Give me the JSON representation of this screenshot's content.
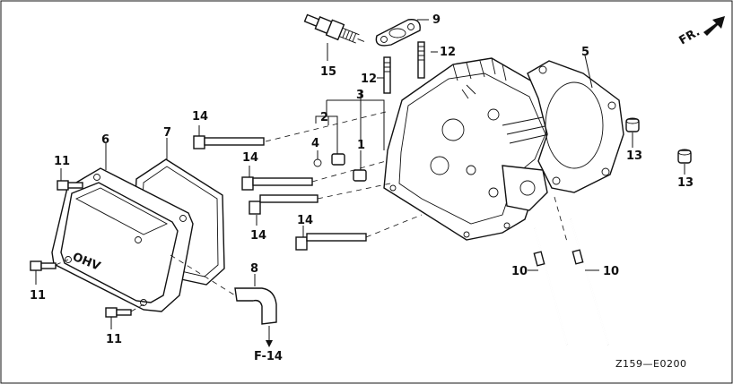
{
  "diagram": {
    "callouts": [
      {
        "id": "c1",
        "text": "1"
      },
      {
        "id": "c2",
        "text": "2"
      },
      {
        "id": "c3",
        "text": "3"
      },
      {
        "id": "c4",
        "text": "4"
      },
      {
        "id": "c5",
        "text": "5"
      },
      {
        "id": "c6",
        "text": "6"
      },
      {
        "id": "c7",
        "text": "7"
      },
      {
        "id": "c8",
        "text": "8"
      },
      {
        "id": "c9",
        "text": "9"
      },
      {
        "id": "c10a",
        "text": "10"
      },
      {
        "id": "c10b",
        "text": "10"
      },
      {
        "id": "c11a",
        "text": "11"
      },
      {
        "id": "c11b",
        "text": "11"
      },
      {
        "id": "c11c",
        "text": "11"
      },
      {
        "id": "c12a",
        "text": "12"
      },
      {
        "id": "c12b",
        "text": "12"
      },
      {
        "id": "c13a",
        "text": "13"
      },
      {
        "id": "c13b",
        "text": "13"
      },
      {
        "id": "c14a",
        "text": "14"
      },
      {
        "id": "c14b",
        "text": "14"
      },
      {
        "id": "c14c",
        "text": "14"
      },
      {
        "id": "c14d",
        "text": "14"
      },
      {
        "id": "c15",
        "text": "15"
      }
    ],
    "front_label": "FR.",
    "cover_text": "OHV",
    "ref_label": "F-14",
    "drawing_code": "Z159—E0200"
  }
}
